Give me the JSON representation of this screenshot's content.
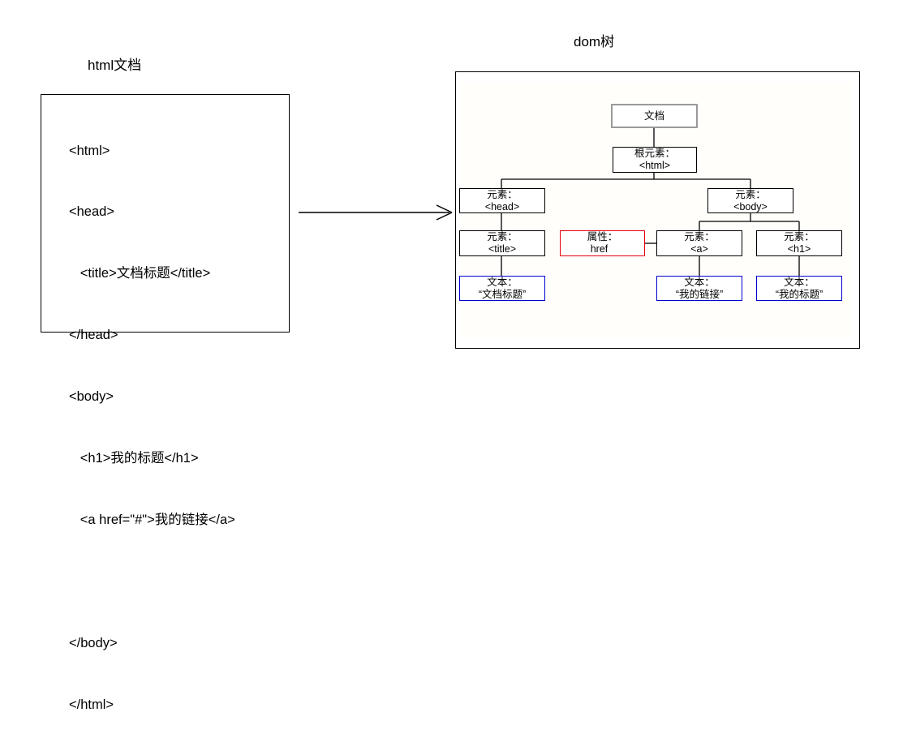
{
  "panels": {
    "html_document": {
      "title": "html文档",
      "code_lines": [
        "<html>",
        "<head>",
        "   <title>文档标题</title>",
        "</head>",
        "<body>",
        "   <h1>我的标题</h1>",
        "   <a href=\"#\">我的链接</a>",
        "",
        "</body>",
        "</html>"
      ]
    },
    "dom_tree": {
      "title": "dom树"
    }
  },
  "flow": {
    "arrow_icon": "arrow-right-icon"
  },
  "colors": {
    "node_default_border": "#000000",
    "document_node_border": "#9a9a9a",
    "attribute_node_border": "#e8000d",
    "text_node_border": "#0000d0",
    "panel_border": "#000000",
    "background": "#ffffff"
  },
  "tree": {
    "nodes": [
      {
        "id": "document",
        "line1": "文档",
        "line2": "",
        "type": "document"
      },
      {
        "id": "root-html",
        "line1": "根元素：",
        "line2": "<html>",
        "type": "element"
      },
      {
        "id": "head",
        "line1": "元素：",
        "line2": "<head>",
        "type": "element"
      },
      {
        "id": "body",
        "line1": "元素：",
        "line2": "<body>",
        "type": "element"
      },
      {
        "id": "title",
        "line1": "元素：",
        "line2": "<title>",
        "type": "element"
      },
      {
        "id": "attr-href",
        "line1": "属性：",
        "line2": "href",
        "type": "attribute"
      },
      {
        "id": "a",
        "line1": "元素：",
        "line2": "<a>",
        "type": "element"
      },
      {
        "id": "h1",
        "line1": "元素：",
        "line2": "<h1>",
        "type": "element"
      },
      {
        "id": "text-title",
        "line1": "文本：",
        "line2": "“文档标题”",
        "type": "text"
      },
      {
        "id": "text-link",
        "line1": "文本：",
        "line2": "“我的链接”",
        "type": "text"
      },
      {
        "id": "text-h1",
        "line1": "文本：",
        "line2": "“我的标题”",
        "type": "text"
      }
    ],
    "edges": [
      {
        "from": "document",
        "to": "root-html"
      },
      {
        "from": "root-html",
        "to": "head"
      },
      {
        "from": "root-html",
        "to": "body"
      },
      {
        "from": "head",
        "to": "title"
      },
      {
        "from": "title",
        "to": "text-title"
      },
      {
        "from": "body",
        "to": "a"
      },
      {
        "from": "body",
        "to": "h1"
      },
      {
        "from": "attr-href",
        "to": "a"
      },
      {
        "from": "a",
        "to": "text-link"
      },
      {
        "from": "h1",
        "to": "text-h1"
      }
    ]
  }
}
